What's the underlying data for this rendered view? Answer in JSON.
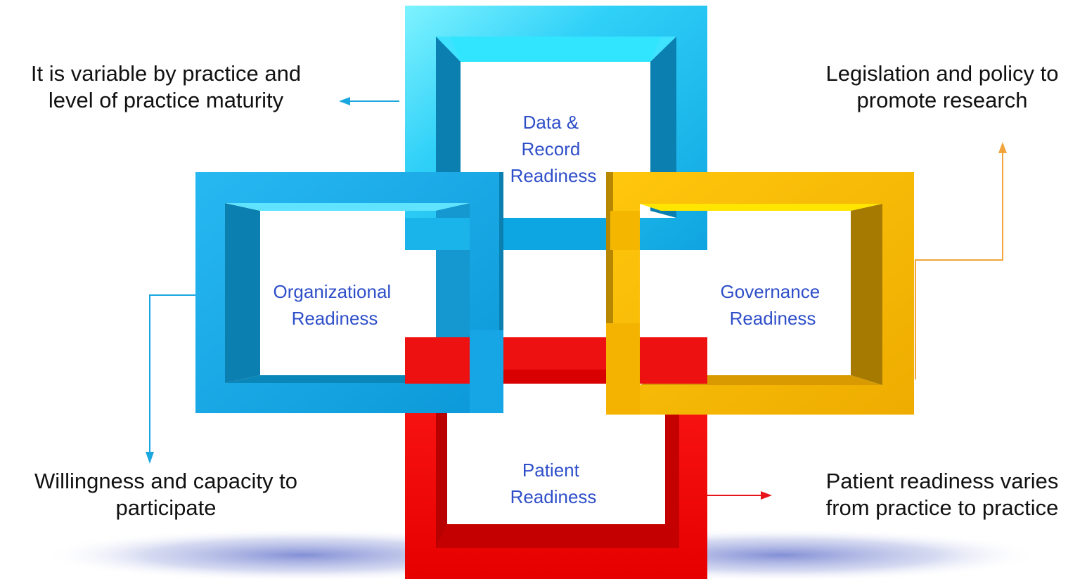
{
  "frames": {
    "data": {
      "label_lines": [
        "Data &",
        "Record",
        "Readiness"
      ],
      "color": "#1ab8ef"
    },
    "organizational": {
      "label_lines": [
        "Organizational",
        "Readiness"
      ],
      "color": "#16a6e6"
    },
    "governance": {
      "label_lines": [
        "Governance",
        "Readiness"
      ],
      "color": "#f2b400"
    },
    "patient": {
      "label_lines": [
        "Patient",
        "Readiness"
      ],
      "color": "#ee1111"
    }
  },
  "label_color": "#2f4fc9",
  "notes": {
    "top_left": [
      "It is variable by practice and",
      "level of practice maturity"
    ],
    "top_right": [
      "Legislation and policy to",
      "promote research"
    ],
    "bottom_left": [
      "Willingness and capacity to",
      "participate"
    ],
    "bottom_right": [
      "Patient readiness varies",
      "from practice to practice"
    ]
  },
  "arrow_colors": {
    "data": "#1aa7e0",
    "organizational": "#1aa7e0",
    "governance": "#f0a43a",
    "patient": "#e8141a"
  }
}
